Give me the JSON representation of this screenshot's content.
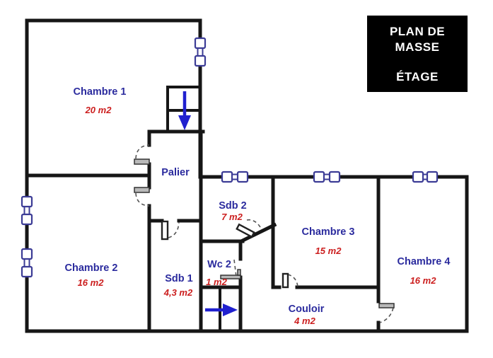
{
  "title_box": {
    "lines": [
      "PLAN DE",
      "MASSE",
      "ÉTAGE"
    ]
  },
  "rooms": {
    "chambre1": {
      "name": "Chambre 1",
      "area": "20 m2"
    },
    "chambre2": {
      "name": "Chambre 2",
      "area": "16 m2"
    },
    "chambre3": {
      "name": "Chambre 3",
      "area": "15 m2"
    },
    "chambre4": {
      "name": "Chambre 4",
      "area": "16 m2"
    },
    "palier": {
      "name": "Palier"
    },
    "sdb1": {
      "name": "Sdb 1",
      "area": "4,3 m2"
    },
    "sdb2": {
      "name": "Sdb 2",
      "area": "7 m2"
    },
    "wc2": {
      "name": "Wc 2",
      "area": "1 m2"
    },
    "couloir": {
      "name": "Couloir",
      "area": "4 m2"
    }
  },
  "symbols": {
    "window_count": 6,
    "door_count": 7,
    "stairs": [
      "stairs-down-arrow",
      "stairs-right-arrow"
    ]
  },
  "colors": {
    "wall": "#161616",
    "room_name": "#2b2b9e",
    "area_text": "#cc1f1f",
    "window": "#3c3c96",
    "arrow": "#2020cf",
    "title_bg": "#000000",
    "title_fg": "#ffffff"
  }
}
